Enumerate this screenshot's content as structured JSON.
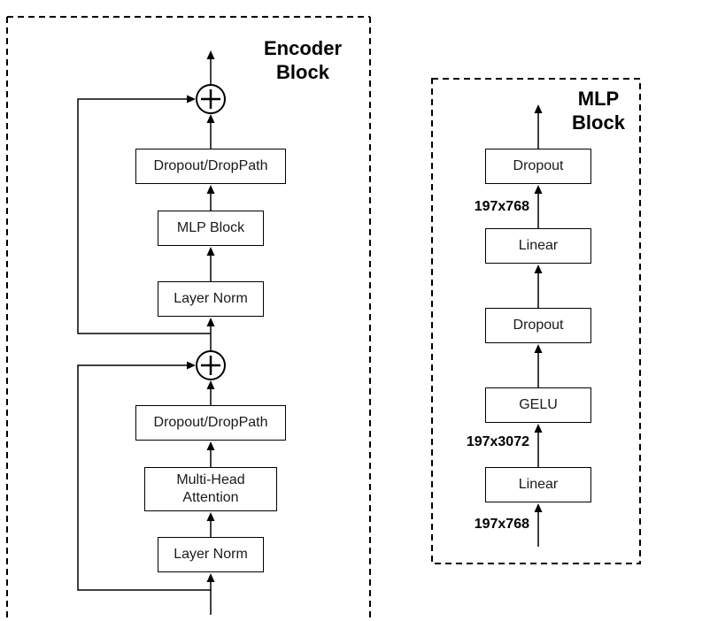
{
  "encoder": {
    "title_line1": "Encoder",
    "title_line2": "Block",
    "nodes": [
      "Dropout/DropPath",
      "MLP Block",
      "Layer Norm",
      "Dropout/DropPath",
      "Multi-Head Attention",
      "Layer Norm"
    ],
    "icons": {
      "residual_add_top": "circle-plus",
      "residual_add_bottom": "circle-plus"
    }
  },
  "mlp": {
    "title_line1": "MLP",
    "title_line2": "Block",
    "nodes": [
      "Dropout",
      "Linear",
      "Dropout",
      "GELU",
      "Linear"
    ],
    "dims": [
      "197x768",
      "197x3072",
      "197x768"
    ]
  },
  "colors": {
    "line": "#000000",
    "text": "#1a1a1a",
    "background": "#ffffff"
  }
}
